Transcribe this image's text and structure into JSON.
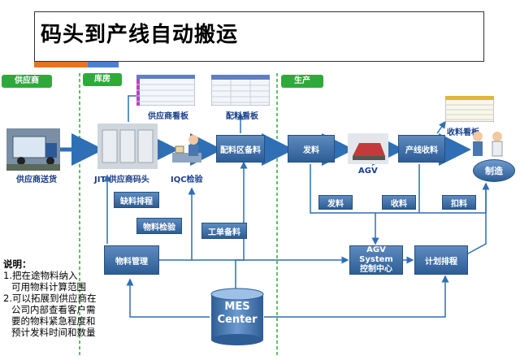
{
  "title": "码头到产线自动搬运",
  "zones": {
    "supplier": "供应商",
    "warehouse": "库房",
    "production": "生产"
  },
  "nodes": {
    "supplier_delivery": "供应商送货",
    "jit_dock": "JIT 供应商码头",
    "supplier_board": "供应商看板",
    "iqc": "IQC检验",
    "kitting_board": "配料看板",
    "kitting_area": "配料区备料",
    "issue": "发料",
    "agv": "AGV",
    "line_receive": "产线收料",
    "receive_board": "收料看板",
    "manufacture": "制造",
    "shortage": "缺料排程",
    "material_check": "物料检验",
    "work_order": "工单备料",
    "issue2": "发料",
    "receive2": "收料",
    "deduct": "扣料",
    "material_mgmt": "物料管理",
    "agv_system_1": "AGV System",
    "agv_system_2": "控制中心",
    "schedule": "计划排程",
    "mes_1": "MES",
    "mes_2": "Center"
  },
  "notes": {
    "heading": "说明：",
    "lines": [
      "1.把在途物料纳入",
      "  可用物料计算范围",
      "2.可以拓展到供应商在",
      "  公司内部查看客户需",
      "  要的物料紧急程度和",
      "  预计发料时间和数量"
    ]
  },
  "colors": {
    "zone_green": "#2eaa3a",
    "box_blue": "#3a6aa5",
    "arrow_blue": "#2f6fb5",
    "divider_green": "#2eaa3a",
    "accent_orange": "#e8731e",
    "accent_blue": "#4a7fd4"
  }
}
